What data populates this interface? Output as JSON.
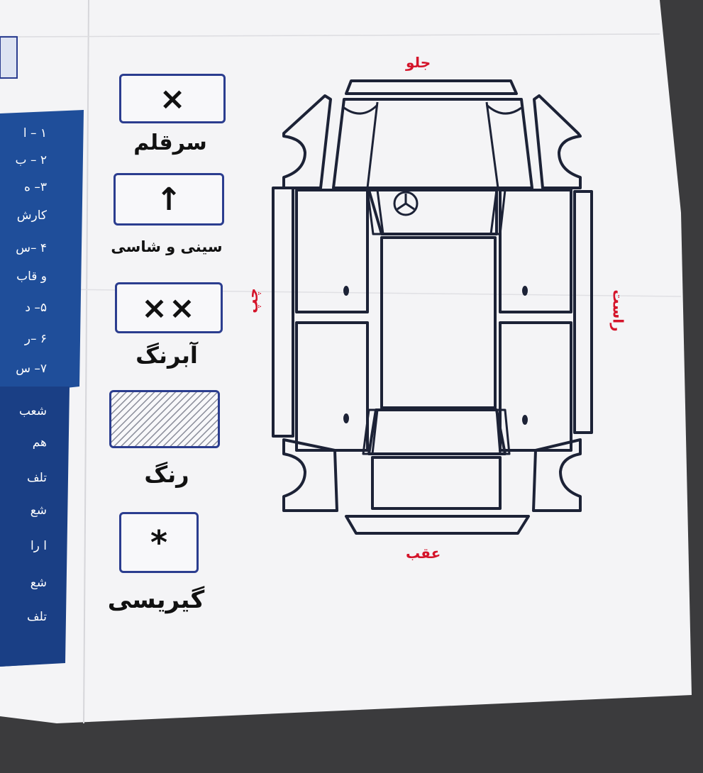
{
  "legend": [
    {
      "symbol": "×",
      "label": "سرقلم"
    },
    {
      "symbol": "↑",
      "label": "سینی و شاسی"
    },
    {
      "symbol": "××",
      "label": "آبرنگ"
    },
    {
      "symbol": "",
      "label": "رنگ"
    },
    {
      "symbol": "*",
      "label": "گیریسی"
    }
  ],
  "diagram_labels": {
    "front": "جلو",
    "rear": "عقب",
    "left": "چپ",
    "right": "راست"
  },
  "side_strip": {
    "lines": [
      "۱ – ا",
      "۲ – ب",
      "۳– ه",
      "کارش",
      "۴ –س",
      "و قاب",
      "۵– د",
      "۶ –ر",
      "۷– س",
      "شعب",
      "هم",
      "تلف",
      "شع",
      "ا را",
      "شع",
      "تلف"
    ]
  },
  "colors": {
    "paper": "#f5f5f7",
    "ink": "#1c2236",
    "legend_border": "#2b3d8f",
    "strip_blue": "#1f4e9a",
    "red": "#d4142a"
  }
}
